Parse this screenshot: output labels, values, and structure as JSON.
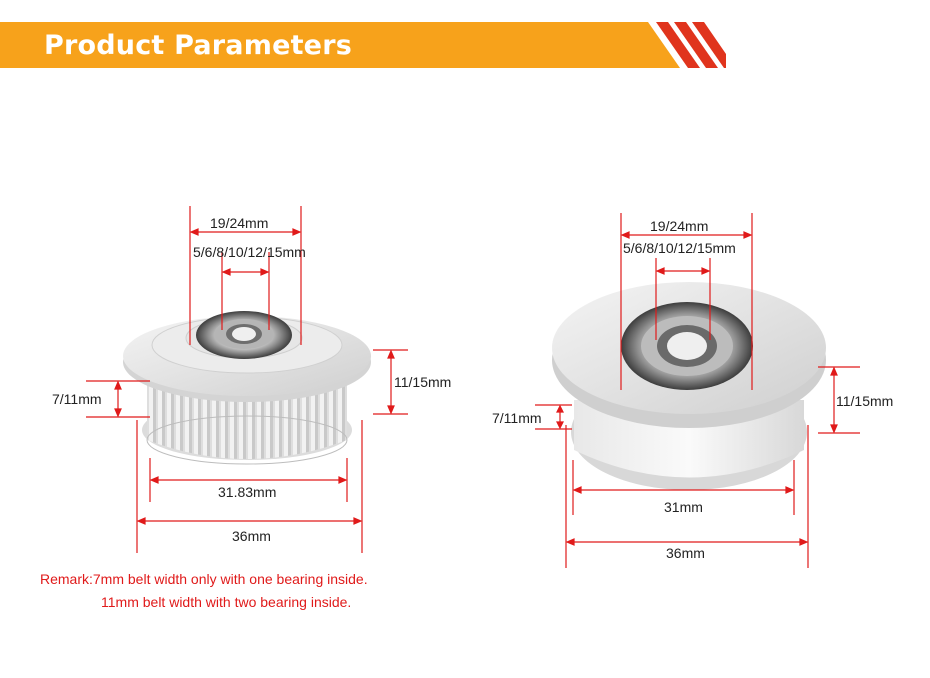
{
  "header": {
    "title": "Product Parameters",
    "accent_color": "#f7a21b",
    "stripe_color": "#e0341d"
  },
  "left_pulley": {
    "outer_diameter_label": "19/24mm",
    "bore_label": "5/6/8/10/12/15mm",
    "flange_height_label": "11/15mm",
    "belt_width_label": "7/11mm",
    "tooth_diameter_label": "31.83mm",
    "overall_diameter_label": "36mm"
  },
  "right_pulley": {
    "outer_diameter_label": "19/24mm",
    "bore_label": "5/6/8/10/12/15mm",
    "flange_height_label": "11/15mm",
    "belt_width_label": "7/11mm",
    "body_diameter_label": "31mm",
    "overall_diameter_label": "36mm"
  },
  "remark": {
    "line1": "Remark:7mm belt width only with one bearing inside.",
    "line2": "11mm belt width with two bearing inside."
  }
}
